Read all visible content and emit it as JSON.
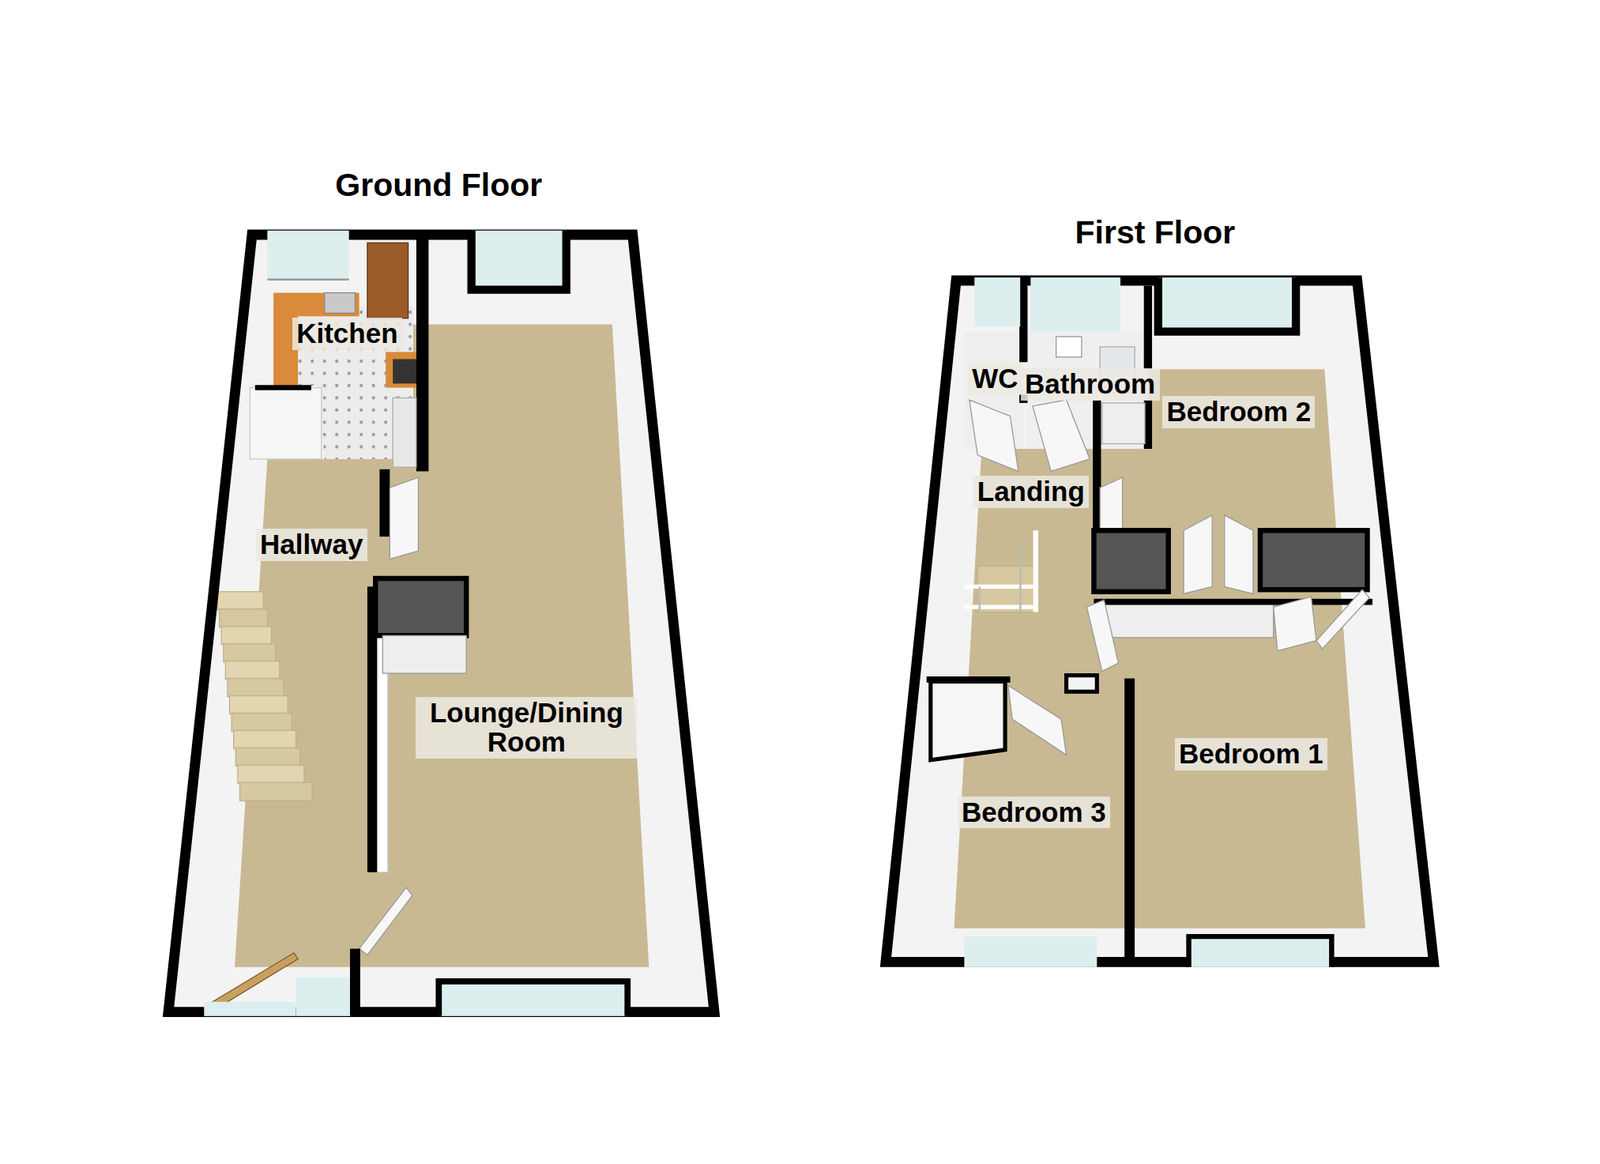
{
  "diagram": {
    "nodes": [
      {
        "text": [
          "Ground Floor"
        ]
      },
      {
        "text": [
          "Kitchen"
        ],
        "in": 0
      },
      {
        "text": [
          "Hallway"
        ],
        "in": 0
      },
      {
        "text": [
          "Lounge/Dining Room"
        ],
        "in": 0
      },
      {
        "text": [
          "First Floor"
        ]
      },
      {
        "text": [
          "WC"
        ],
        "in": 4
      },
      {
        "text": [
          "Bathroom"
        ],
        "in": 4
      },
      {
        "text": [
          "Bedroom 2"
        ],
        "in": 4
      },
      {
        "text": [
          "Landing"
        ],
        "in": 4
      },
      {
        "text": [
          "Bedroom 1"
        ],
        "in": 4
      },
      {
        "text": [
          "Bedroom 3"
        ],
        "in": 4
      }
    ]
  }
}
